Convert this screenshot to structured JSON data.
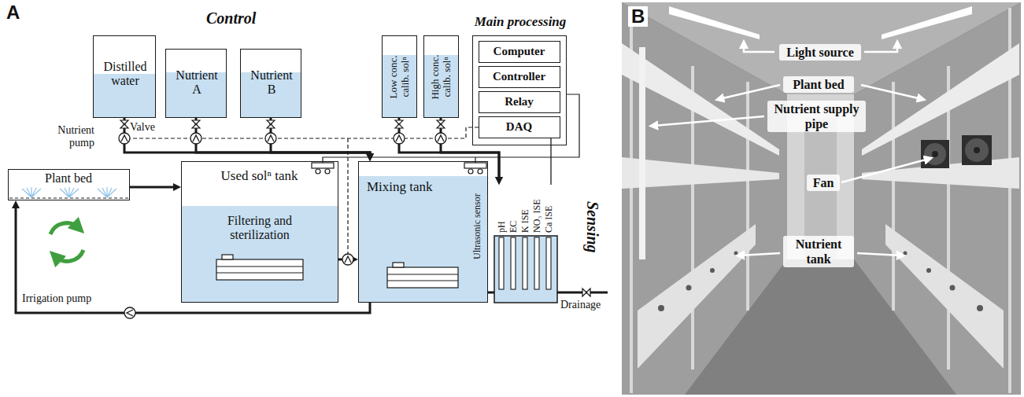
{
  "diagram": {
    "nodes": [
      {
        "text": [
          "Distilled water"
        ]
      },
      {
        "text": [
          "Nutrient A"
        ]
      },
      {
        "text": [
          "Nutrient B"
        ]
      },
      {
        "text": [
          "Low conc. calib. solⁿ"
        ]
      },
      {
        "text": [
          "High conc. calib. solⁿ"
        ]
      },
      {
        "text": [
          "Main processing"
        ]
      },
      {
        "text": [
          "Computer"
        ],
        "in": 5
      },
      {
        "text": [
          "Controller"
        ],
        "in": 5
      },
      {
        "text": [
          "Relay"
        ],
        "in": 5
      },
      {
        "text": [
          "DAQ"
        ],
        "in": 5
      },
      {
        "text": [
          "Plant bed"
        ]
      },
      {
        "text": [
          "Used solⁿ tank",
          "Filtering and sterilization"
        ]
      },
      {
        "text": [
          "Mixing tank"
        ]
      },
      {
        "text": [
          "pH",
          "EC",
          "K ISE",
          "NO₃ ISE",
          "Ca ISE"
        ]
      }
    ],
    "edges": [
      {
        "from": 0,
        "to": 12,
        "arrow": "to"
      },
      {
        "from": 1,
        "to": 12,
        "arrow": "to"
      },
      {
        "from": 2,
        "to": 12,
        "arrow": "to"
      },
      {
        "from": 3,
        "to": 13,
        "arrow": "to"
      },
      {
        "from": 4,
        "to": 13,
        "arrow": "to"
      },
      {
        "from": 9,
        "to": 13,
        "arrow": "none"
      },
      {
        "from": 10,
        "to": 11,
        "arrow": "to"
      },
      {
        "from": 11,
        "to": 12,
        "arrow": "to"
      },
      {
        "from": 12,
        "to": 10,
        "arrow": "to"
      }
    ],
    "labels": [
      "A",
      "Control",
      "Nutrient pump",
      "Valve",
      "Ultrasonic sensor",
      "Irrigation pump",
      "Drainage",
      "Sensing",
      "B",
      "Light source",
      "Plant bed",
      "Nutrient supply pipe",
      "Fan",
      "Nutrient tank"
    ]
  }
}
